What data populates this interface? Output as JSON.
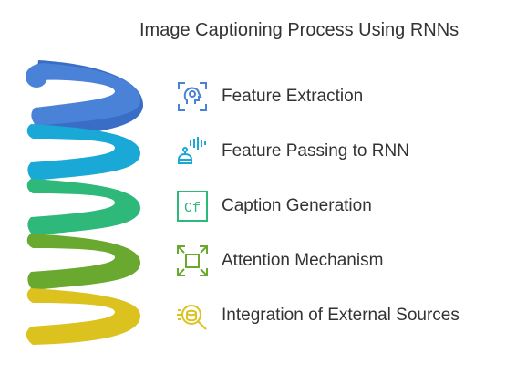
{
  "title": "Image Captioning Process Using RNNs",
  "steps": [
    {
      "label": "Feature Extraction",
      "icon": "head-scan-icon",
      "color": "#4a82d8"
    },
    {
      "label": "Feature Passing to RNN",
      "icon": "robot-voice-icon",
      "color": "#1aa9d6"
    },
    {
      "label": "Caption Generation",
      "icon": "caption-symbol-icon",
      "color": "#2eb87a"
    },
    {
      "label": "Attention Mechanism",
      "icon": "focus-frame-icon",
      "color": "#6aa92f"
    },
    {
      "label": "Integration of External Sources",
      "icon": "data-search-icon",
      "color": "#dcc21e"
    }
  ],
  "icon_text": {
    "caption_symbol": "Cf"
  }
}
